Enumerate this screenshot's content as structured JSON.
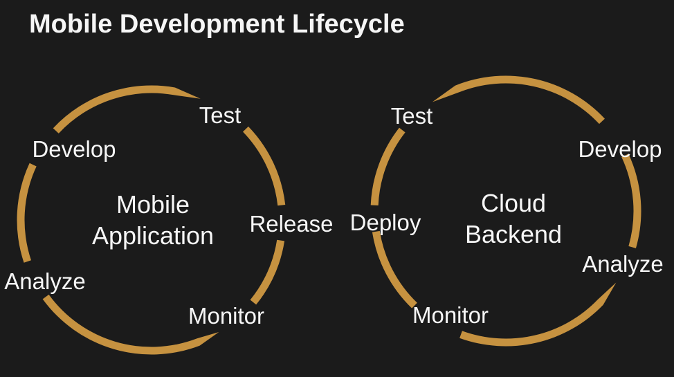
{
  "slide": {
    "title": "Mobile Development Lifecycle"
  },
  "colors": {
    "background": "#1b1b1b",
    "arc_gold": "#c69240",
    "text": "#f6f6f6"
  },
  "cycles": [
    {
      "center_lines": [
        "Mobile",
        "Application"
      ],
      "stages": [
        {
          "label": "Test"
        },
        {
          "label": "Develop"
        },
        {
          "label": "Release"
        },
        {
          "label": "Analyze"
        },
        {
          "label": "Monitor"
        }
      ]
    },
    {
      "center_lines": [
        "Cloud",
        "Backend"
      ],
      "stages": [
        {
          "label": "Test"
        },
        {
          "label": "Develop"
        },
        {
          "label": "Deploy"
        },
        {
          "label": "Analyze"
        },
        {
          "label": "Monitor"
        }
      ]
    }
  ]
}
